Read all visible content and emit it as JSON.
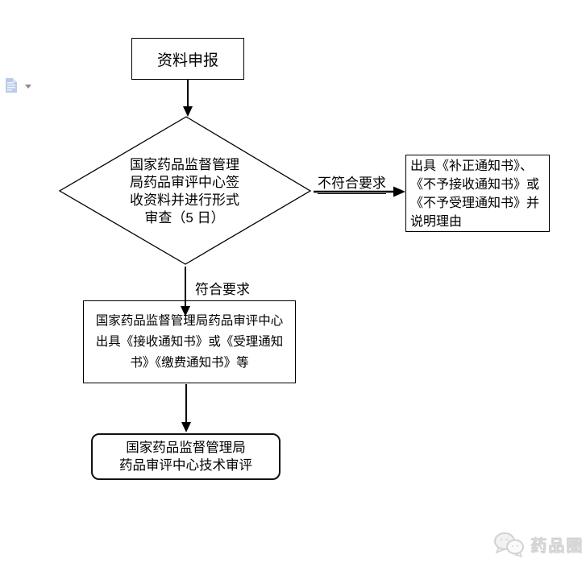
{
  "window": {
    "background": "#ffffff"
  },
  "controls": {
    "doc_button": {
      "icon": "document-icon",
      "dropdown_icon": "chevron-down-icon"
    }
  },
  "flowchart": {
    "stroke_color": "#000000",
    "nodes": {
      "start": {
        "shape": "rectangle",
        "label": "资料申报"
      },
      "decision": {
        "shape": "diamond",
        "lines": [
          "国家药品监督管理",
          "局药品审评中心签",
          "收资料并进行形式",
          "审查（5 日）"
        ]
      },
      "reject": {
        "shape": "rectangle",
        "lines": [
          "出具《补正通知书》、",
          "《不予接收通知书》或",
          "《不予受理通知书》并",
          "说明理由"
        ]
      },
      "accept": {
        "shape": "rectangle",
        "lines": [
          "国家药品监督管理局药品审评中心",
          "出具《接收通知书》或《受理通知",
          "书》《缴费通知书》等"
        ]
      },
      "review": {
        "shape": "rounded-rectangle",
        "lines": [
          "国家药品监督管理局",
          "药品审评中心技术审评"
        ]
      }
    },
    "edges": [
      {
        "from": "start",
        "to": "decision",
        "label": ""
      },
      {
        "from": "decision",
        "to": "reject",
        "label": "不符合要求"
      },
      {
        "from": "decision",
        "to": "accept",
        "label": "符合要求"
      },
      {
        "from": "accept",
        "to": "review",
        "label": ""
      }
    ]
  },
  "watermark": {
    "text": "药品圈",
    "icon": "chat-bubbles-icon",
    "color": "#d9d9d9"
  }
}
